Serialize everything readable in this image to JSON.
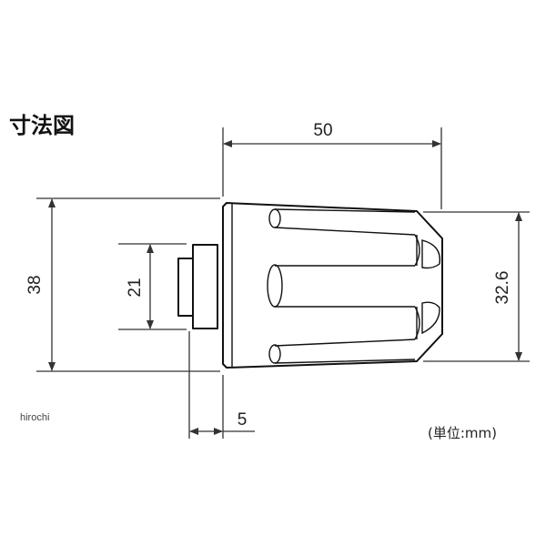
{
  "title": "寸法図",
  "dimensions": {
    "overall_length": "50",
    "outer_diameter": "38",
    "shank_diameter": "21",
    "tip_diameter": "32.6",
    "shank_length": "5"
  },
  "watermark": "hirochi",
  "unit_note": "(単位:mm)"
}
